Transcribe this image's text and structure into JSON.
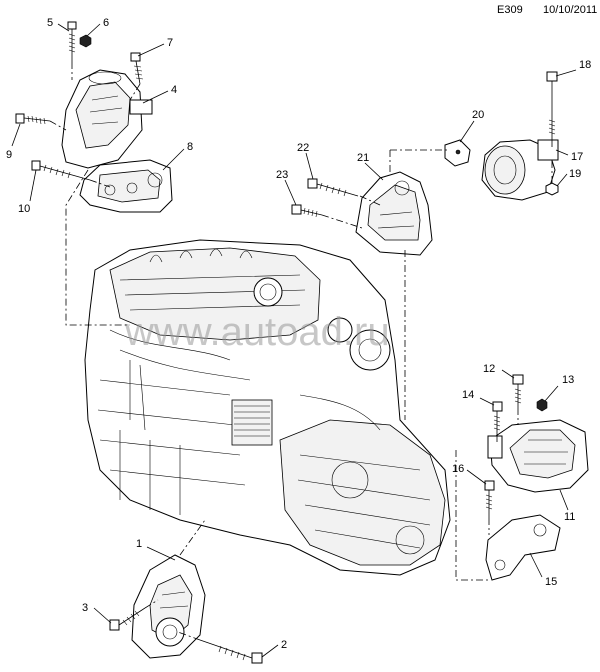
{
  "header": {
    "code": "E309",
    "date": "10/10/2011"
  },
  "watermark": "www.autoad.ru",
  "callouts": [
    {
      "id": "1"
    },
    {
      "id": "2"
    },
    {
      "id": "3"
    },
    {
      "id": "4"
    },
    {
      "id": "5"
    },
    {
      "id": "6"
    },
    {
      "id": "7"
    },
    {
      "id": "8"
    },
    {
      "id": "9"
    },
    {
      "id": "10"
    },
    {
      "id": "11"
    },
    {
      "id": "12"
    },
    {
      "id": "13"
    },
    {
      "id": "14"
    },
    {
      "id": "15"
    },
    {
      "id": "16"
    },
    {
      "id": "17"
    },
    {
      "id": "18"
    },
    {
      "id": "19"
    },
    {
      "id": "20"
    },
    {
      "id": "21"
    },
    {
      "id": "22"
    },
    {
      "id": "23"
    }
  ]
}
